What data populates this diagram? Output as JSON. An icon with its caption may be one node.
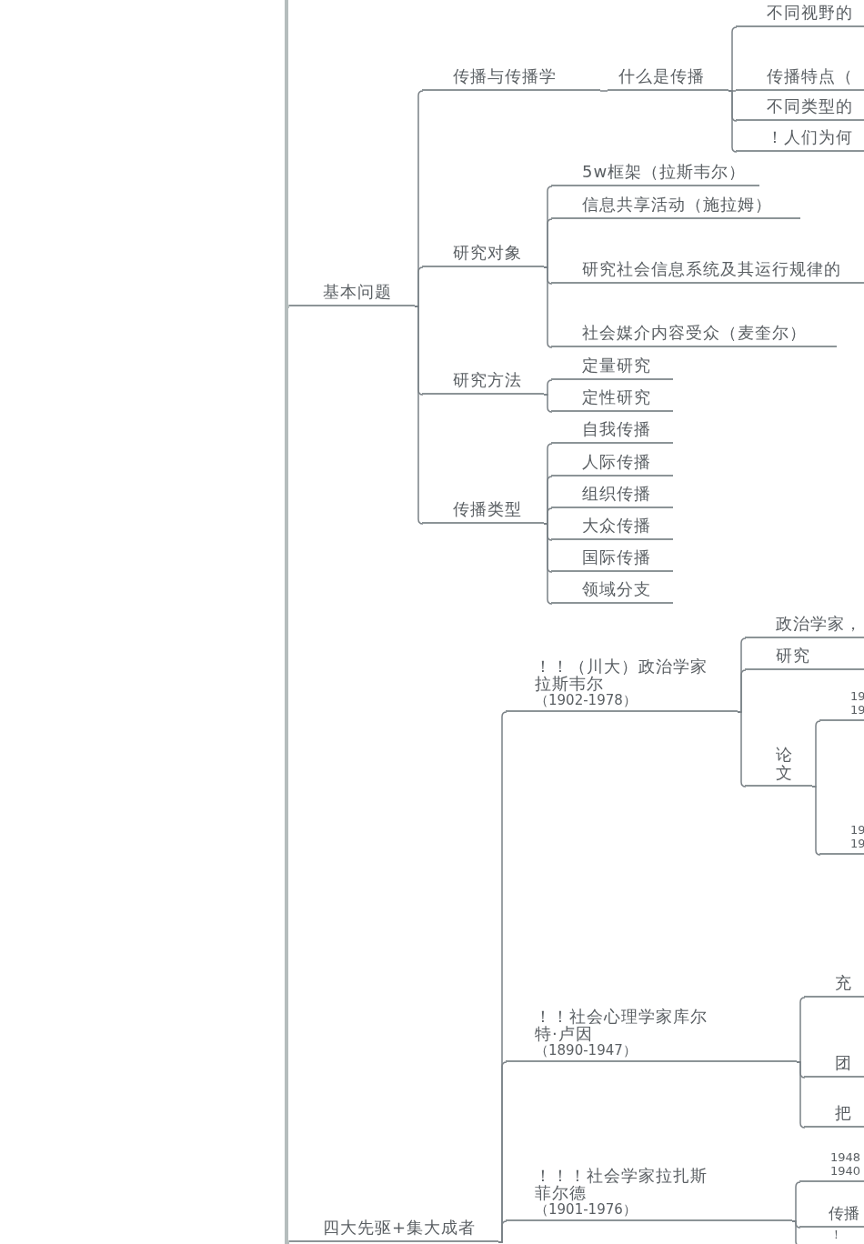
{
  "diagram": {
    "nodes": [
      {
        "text": [
          "基本问题"
        ]
      },
      {
        "text": [
          "传播与传播学"
        ]
      },
      {
        "text": [
          "什么是传播"
        ]
      },
      {
        "text": [
          "不同视野的"
        ]
      },
      {
        "text": [
          "传播特点（"
        ]
      },
      {
        "text": [
          "不同类型的"
        ]
      },
      {
        "text": [
          "！人们为何"
        ]
      },
      {
        "text": [
          "研究对象"
        ]
      },
      {
        "text": [
          "5w框架（拉斯韦尔）"
        ]
      },
      {
        "text": [
          "信息共享活动（施拉姆）"
        ]
      },
      {
        "text": [
          "研究社会信息系统及其运行规律的"
        ]
      },
      {
        "text": [
          "社会媒介内容受众（麦奎尔）"
        ]
      },
      {
        "text": [
          "研究方法"
        ]
      },
      {
        "text": [
          "定量研究"
        ]
      },
      {
        "text": [
          "定性研究"
        ]
      },
      {
        "text": [
          "传播类型"
        ]
      },
      {
        "text": [
          "自我传播"
        ]
      },
      {
        "text": [
          "人际传播"
        ]
      },
      {
        "text": [
          "组织传播"
        ]
      },
      {
        "text": [
          "大众传播"
        ]
      },
      {
        "text": [
          "国际传播"
        ]
      },
      {
        "text": [
          "领域分支"
        ]
      },
      {
        "text": [
          "四大先驱+集大成者"
        ]
      },
      {
        "text": [
          "！！（川大）政治学家拉斯韦尔",
          "（1902-1978）"
        ]
      },
      {
        "text": [
          "政治学家，"
        ]
      },
      {
        "text": [
          "研究"
        ]
      },
      {
        "text": [
          "论文"
        ]
      },
      {
        "text": [
          "19",
          "19"
        ]
      },
      {
        "text": [
          "19",
          "19"
        ]
      },
      {
        "text": [
          "！！社会心理学家库尔特·卢因",
          "（1890-1947）"
        ]
      },
      {
        "text": [
          "充"
        ]
      },
      {
        "text": [
          "团"
        ]
      },
      {
        "text": [
          "把"
        ]
      },
      {
        "text": [
          "！！！社会学家拉扎斯菲尔德",
          "（1901-1976）"
        ]
      },
      {
        "text": [
          "1948",
          "1940"
        ]
      },
      {
        "text": [
          "传播"
        ]
      },
      {
        "text": [
          "！"
        ]
      }
    ],
    "edges": [
      {
        "from": null,
        "to": 0,
        "arrow": "none",
        "style": "thick"
      },
      {
        "from": null,
        "to": 22,
        "arrow": "none",
        "style": "thick"
      },
      {
        "from": 0,
        "to": 1,
        "arrow": "none"
      },
      {
        "from": 0,
        "to": 7,
        "arrow": "none"
      },
      {
        "from": 0,
        "to": 12,
        "arrow": "none"
      },
      {
        "from": 0,
        "to": 15,
        "arrow": "none"
      },
      {
        "from": 1,
        "to": 2,
        "arrow": "none"
      },
      {
        "from": 2,
        "to": 3,
        "arrow": "none"
      },
      {
        "from": 2,
        "to": 4,
        "arrow": "none"
      },
      {
        "from": 2,
        "to": 5,
        "arrow": "none"
      },
      {
        "from": 2,
        "to": 6,
        "arrow": "none"
      },
      {
        "from": 7,
        "to": 8,
        "arrow": "none"
      },
      {
        "from": 7,
        "to": 9,
        "arrow": "none"
      },
      {
        "from": 7,
        "to": 10,
        "arrow": "none"
      },
      {
        "from": 7,
        "to": 11,
        "arrow": "none"
      },
      {
        "from": 12,
        "to": 13,
        "arrow": "none"
      },
      {
        "from": 12,
        "to": 14,
        "arrow": "none"
      },
      {
        "from": 15,
        "to": 16,
        "arrow": "none"
      },
      {
        "from": 15,
        "to": 17,
        "arrow": "none"
      },
      {
        "from": 15,
        "to": 18,
        "arrow": "none"
      },
      {
        "from": 15,
        "to": 19,
        "arrow": "none"
      },
      {
        "from": 15,
        "to": 20,
        "arrow": "none"
      },
      {
        "from": 15,
        "to": 21,
        "arrow": "none"
      },
      {
        "from": 22,
        "to": 23,
        "arrow": "none"
      },
      {
        "from": 22,
        "to": 29,
        "arrow": "none"
      },
      {
        "from": 22,
        "to": 33,
        "arrow": "none"
      },
      {
        "from": 23,
        "to": 24,
        "arrow": "none"
      },
      {
        "from": 23,
        "to": 25,
        "arrow": "none"
      },
      {
        "from": 23,
        "to": 26,
        "arrow": "none"
      },
      {
        "from": 26,
        "to": 27,
        "arrow": "none"
      },
      {
        "from": 26,
        "to": 28,
        "arrow": "none"
      },
      {
        "from": 29,
        "to": 30,
        "arrow": "none"
      },
      {
        "from": 29,
        "to": 31,
        "arrow": "none"
      },
      {
        "from": 29,
        "to": 32,
        "arrow": "none"
      },
      {
        "from": 33,
        "to": 34,
        "arrow": "none"
      },
      {
        "from": 33,
        "to": 35,
        "arrow": "none"
      },
      {
        "from": 33,
        "to": 36,
        "arrow": "none"
      }
    ]
  }
}
